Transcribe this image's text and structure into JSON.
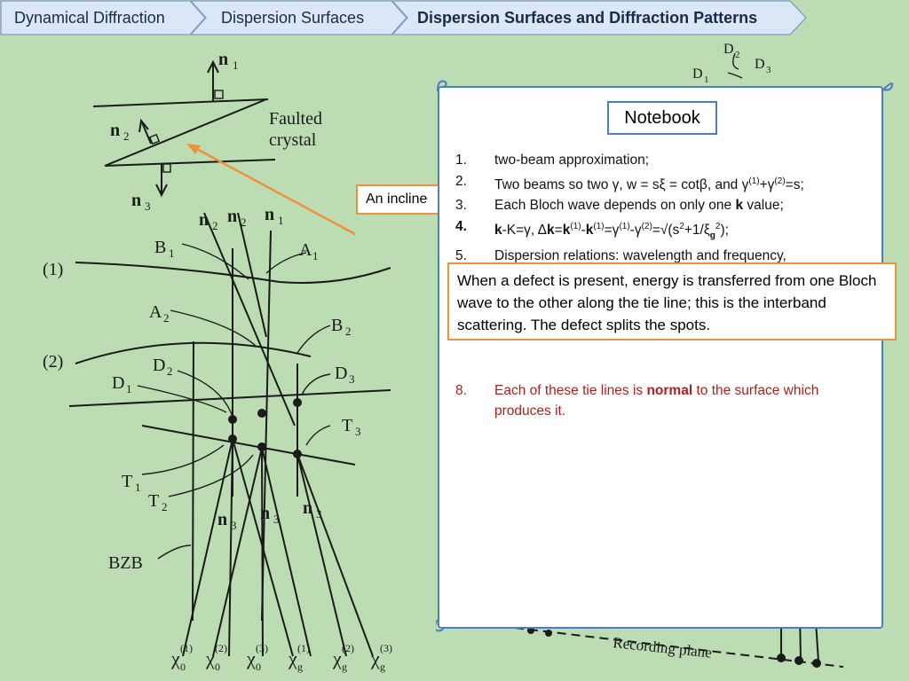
{
  "breadcrumb": {
    "items": [
      {
        "label": "Dynamical Diffraction"
      },
      {
        "label": "Dispersion Surfaces"
      },
      {
        "label": "Dispersion Surfaces and Diffraction Patterns"
      }
    ]
  },
  "figure": {
    "faulted_crystal_line1": "Faulted",
    "faulted_crystal_line2": "crystal",
    "n1": "n",
    "n2": "n",
    "n3": "n",
    "sub1": "1",
    "sub2": "2",
    "sub3": "3",
    "B": "B",
    "A": "A",
    "D": "D",
    "T": "T",
    "branch1": "(1)",
    "branch2": "(2)",
    "bzb": "BZB",
    "chi": "χ",
    "chi_sub0": "0",
    "chi_subg": "g",
    "recording_plane": "Recording plane",
    "right_D": "D"
  },
  "callout_left": "An incline",
  "notebook": {
    "title": "Notebook",
    "item1": "two-beam approximation;",
    "item2_a": "Two beams so two γ, w = sξ = cotβ, and γ",
    "item2_b": "(1)",
    "item2_c": "+γ",
    "item2_d": "(2)",
    "item2_e": "=s;",
    "item3_a": "Each Bloch wave depends on only one ",
    "item3_b": "k",
    "item3_c": " value;",
    "item4_a": "k",
    "item4_b": "-K=γ, Δ",
    "item4_c": "k",
    "item4_d": "=",
    "item4_e": "k",
    "item4_f": "(1)",
    "item4_g": "-",
    "item4_h": "k",
    "item4_i": "(1)",
    "item4_j": "=γ",
    "item4_k": "(1)",
    "item4_l": "-γ",
    "item4_m": "(2)",
    "item4_n": "=√(s",
    "item4_o": "2",
    "item4_p": "+1/ξ",
    "item4_q": "g",
    "item4_r": "2",
    "item4_s": ");",
    "item5": "Dispersion relations:  wavelength and frequency,",
    "item8_a": "Each of these tie lines is ",
    "item8_b": "normal",
    "item8_c": " to the surface which produces it.",
    "nums": [
      "1.",
      "2.",
      "3.",
      "4.",
      "5.",
      "8."
    ]
  },
  "callout_main": "When a defect is present, energy is transferred from one Bloch wave to the other along the tie line; this is the interband scattering.  The defect splits the spots."
}
